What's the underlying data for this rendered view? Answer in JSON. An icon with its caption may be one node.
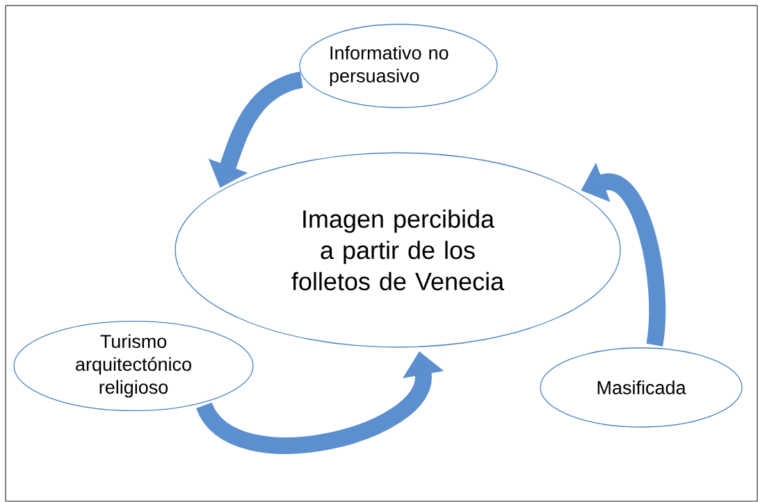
{
  "diagram": {
    "nodes": [
      {
        "text": [
          "Informativo no persuasivo"
        ]
      },
      {
        "text": [
          "Imagen percibida a partir de los folletos de Venecia"
        ]
      },
      {
        "text": [
          "Turismo arquitectónico religioso"
        ]
      },
      {
        "text": [
          "Masificada"
        ]
      }
    ],
    "edges": [
      {
        "from": 0,
        "to": 1,
        "arrow": "to"
      },
      {
        "from": 3,
        "to": 1,
        "arrow": "to"
      },
      {
        "from": 2,
        "to": 1,
        "arrow": "to"
      }
    ]
  }
}
